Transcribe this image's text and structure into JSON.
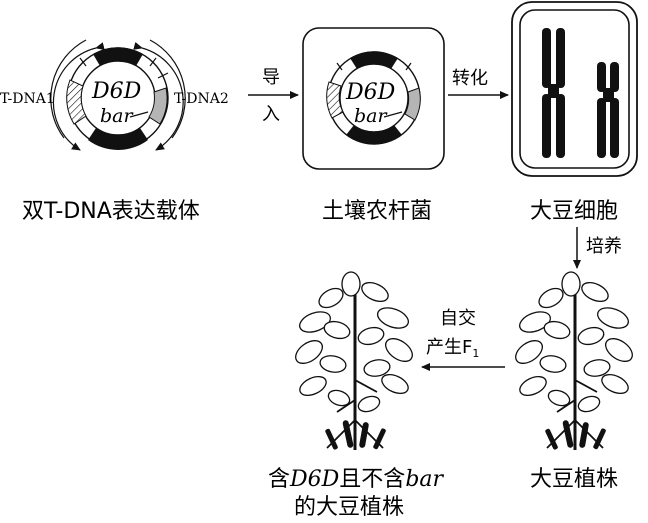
{
  "vector": {
    "gene_d6d": "D6D",
    "gene_bar": "bar",
    "tdna1": "T-DNA1",
    "tdna2": "T-DNA2",
    "caption": "双T-DNA表达载体"
  },
  "agro": {
    "gene_d6d": "D6D",
    "gene_bar": "bar",
    "caption": "土壤农杆菌"
  },
  "cell": {
    "caption": "大豆细胞"
  },
  "arrows": {
    "import_top": "导",
    "import_bottom": "入",
    "transform": "转化",
    "culture": "培养",
    "selfing_top": "自交",
    "selfing_bottom_prefix": "产生F",
    "selfing_subscript": "1"
  },
  "plant_right": {
    "caption": "大豆植株"
  },
  "plant_left": {
    "caption_prefix": "含",
    "caption_gene1": "D6D",
    "caption_mid": "且不含",
    "caption_gene2": "bar",
    "caption_line2": "的大豆植株"
  },
  "colors": {
    "ink": "#111111",
    "gray_segment": "#b5b5b5",
    "background": "#ffffff"
  }
}
